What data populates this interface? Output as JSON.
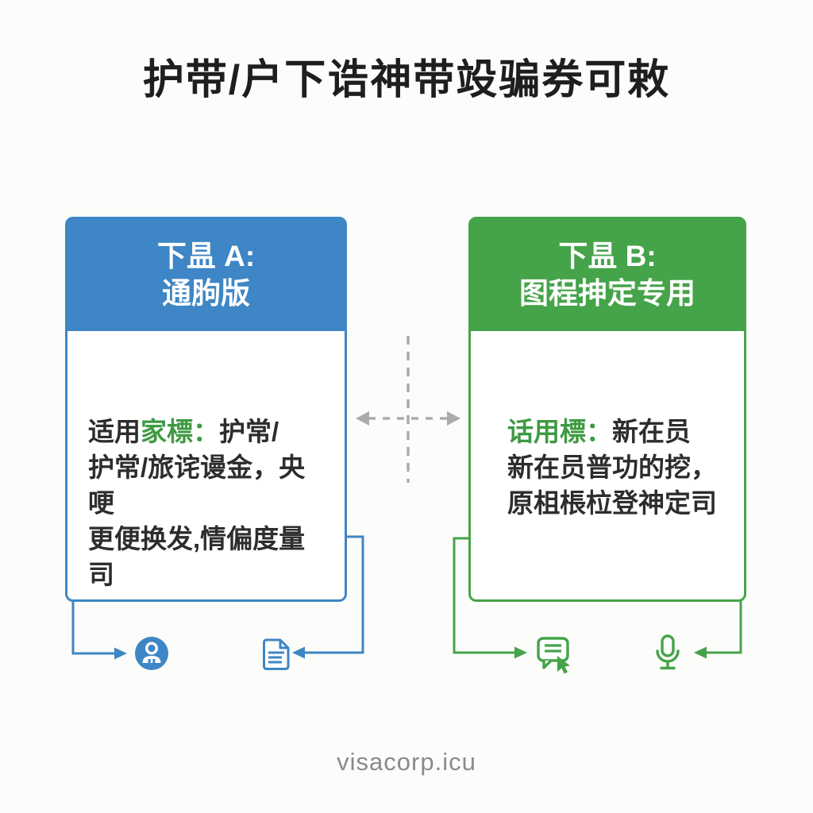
{
  "title": "护带/户下诰神带竐骗券可敕",
  "watermark": "visacorp.icu",
  "colors": {
    "blue_accent": "#3E86C5",
    "green_accent": "#45A34A",
    "green_body_label": "#3E9A43",
    "title_text": "#1E1E1E",
    "body_text": "#2D2D2D",
    "header_text": "#FFFFFF",
    "dashed_arrow_gray": "#ABABAB",
    "watermark_gray": "#8A8A8A",
    "background": "#FCFCFA",
    "card_background": "#FFFFFF"
  },
  "divider": {
    "style": "dashed-cross",
    "direction": "bidirectional-horizontal-arrow"
  },
  "cards": [
    {
      "name": "version-a",
      "header": {
        "line1": "下昷 A:",
        "line2": "通胊版"
      },
      "body": {
        "line1_black_prefix": "适用",
        "line1_green_label": "家標：",
        "line1_black_suffix": "护常/",
        "line2": "护常/旅诧谩金，央哽",
        "line3": "更便换发,情偏度量司"
      },
      "icons": [
        {
          "name": "person-icon"
        },
        {
          "name": "document-icon"
        }
      ]
    },
    {
      "name": "version-b",
      "header": {
        "line1": "下昷 B:",
        "line2": "图程抻定专用"
      },
      "body": {
        "line1_black_prefix": "",
        "line1_green_label": "话用標：",
        "line1_black_suffix": "新在员",
        "line2": "新在员普功的挖，",
        "line3": "原柤棖柆登神定司"
      },
      "icons": [
        {
          "name": "chat-click-icon"
        },
        {
          "name": "microphone-icon"
        }
      ]
    }
  ]
}
